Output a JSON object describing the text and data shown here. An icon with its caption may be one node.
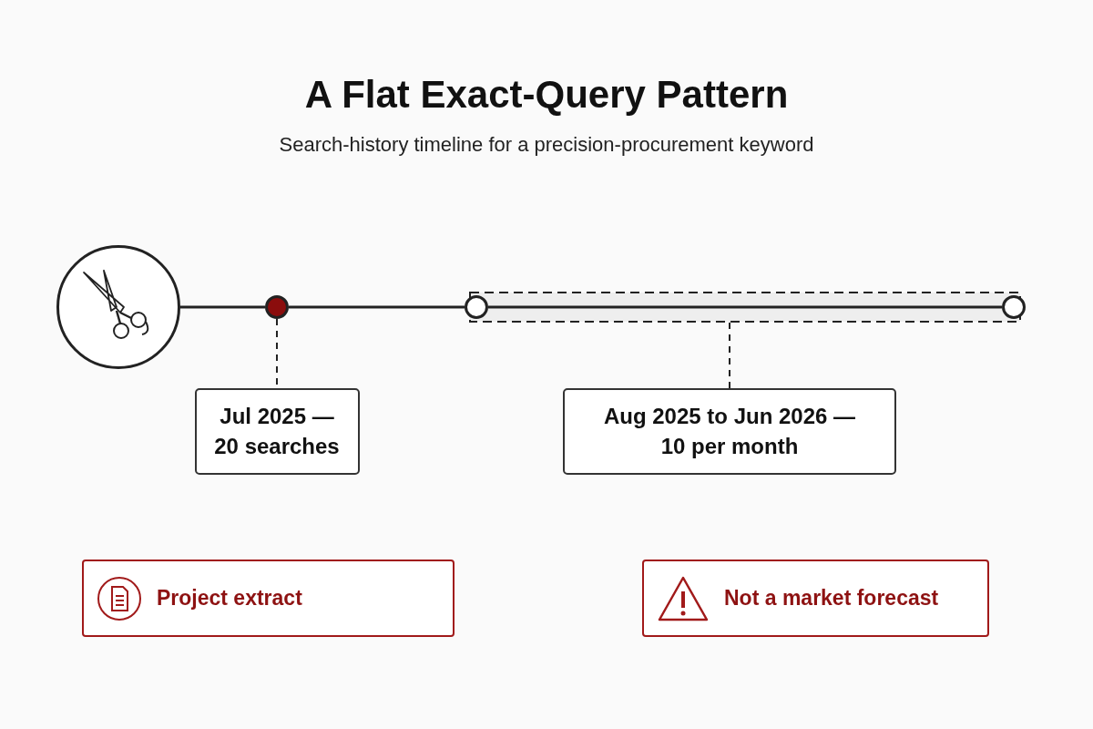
{
  "diagram": {
    "title": "A Flat Exact-Query Pattern",
    "nodes": [
      {
        "text": [],
        "shape": "circle"
      },
      {
        "text": [],
        "shape": "circle"
      },
      {
        "text": [],
        "shape": "circle"
      },
      {
        "text": [],
        "shape": "circle"
      },
      {
        "text": [
          "Jul 2025 — 20 searches"
        ]
      },
      {
        "text": [
          "Aug 2025 to Jun 2026 — 10 per month"
        ]
      },
      {
        "text": [
          "Project extract"
        ]
      },
      {
        "text": [
          "Not a market forecast"
        ]
      }
    ],
    "edges": [
      {
        "from": 0,
        "to": 1,
        "arrow": "none"
      },
      {
        "from": 1,
        "to": 2,
        "arrow": "none"
      },
      {
        "from": 2,
        "to": 3,
        "arrow": "none"
      },
      {
        "from": 1,
        "to": 4,
        "arrow": "none",
        "style": "dashed"
      },
      {
        "from": 5,
        "to": null,
        "arrow": "none",
        "style": "dashed"
      }
    ],
    "labels": [
      "Search-history timeline for a precision-procurement keyword"
    ]
  }
}
